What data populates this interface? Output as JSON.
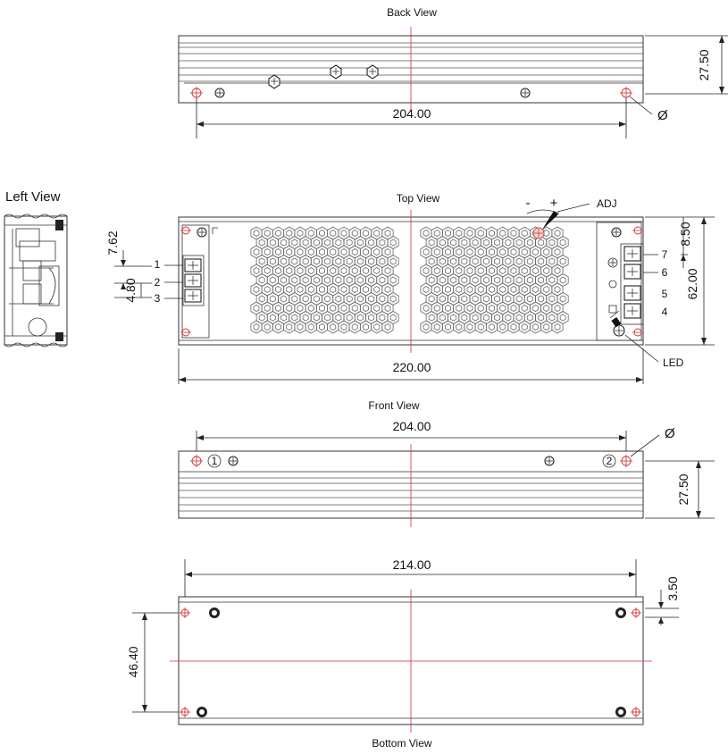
{
  "views": {
    "back": "Back View",
    "left": "Left View",
    "top": "Top View",
    "front": "Front View",
    "bottom": "Bottom View"
  },
  "dimensions": {
    "back_width": "204.00",
    "back_height": "27.50",
    "top_length": "220.00",
    "top_width": "62.00",
    "top_offset": "8.50",
    "pitch_a": "7.62",
    "pitch_b": "4.80",
    "front_width": "204.00",
    "front_height": "27.50",
    "bottom_length": "214.00",
    "bottom_span": "46.40",
    "bottom_offset": "3.50"
  },
  "symbols": {
    "diameter_back": "Ø",
    "diameter_front": "Ø"
  },
  "labels": {
    "adj": "ADJ",
    "led": "LED",
    "adj_minus": "-",
    "adj_plus": "+",
    "hole1": "1",
    "hole2": "2"
  },
  "terminals": {
    "left": [
      "1",
      "2",
      "3"
    ],
    "right": [
      "7",
      "6",
      "5",
      "4"
    ]
  },
  "colors": {
    "centerline": "#d23030",
    "outline": "#333333"
  }
}
